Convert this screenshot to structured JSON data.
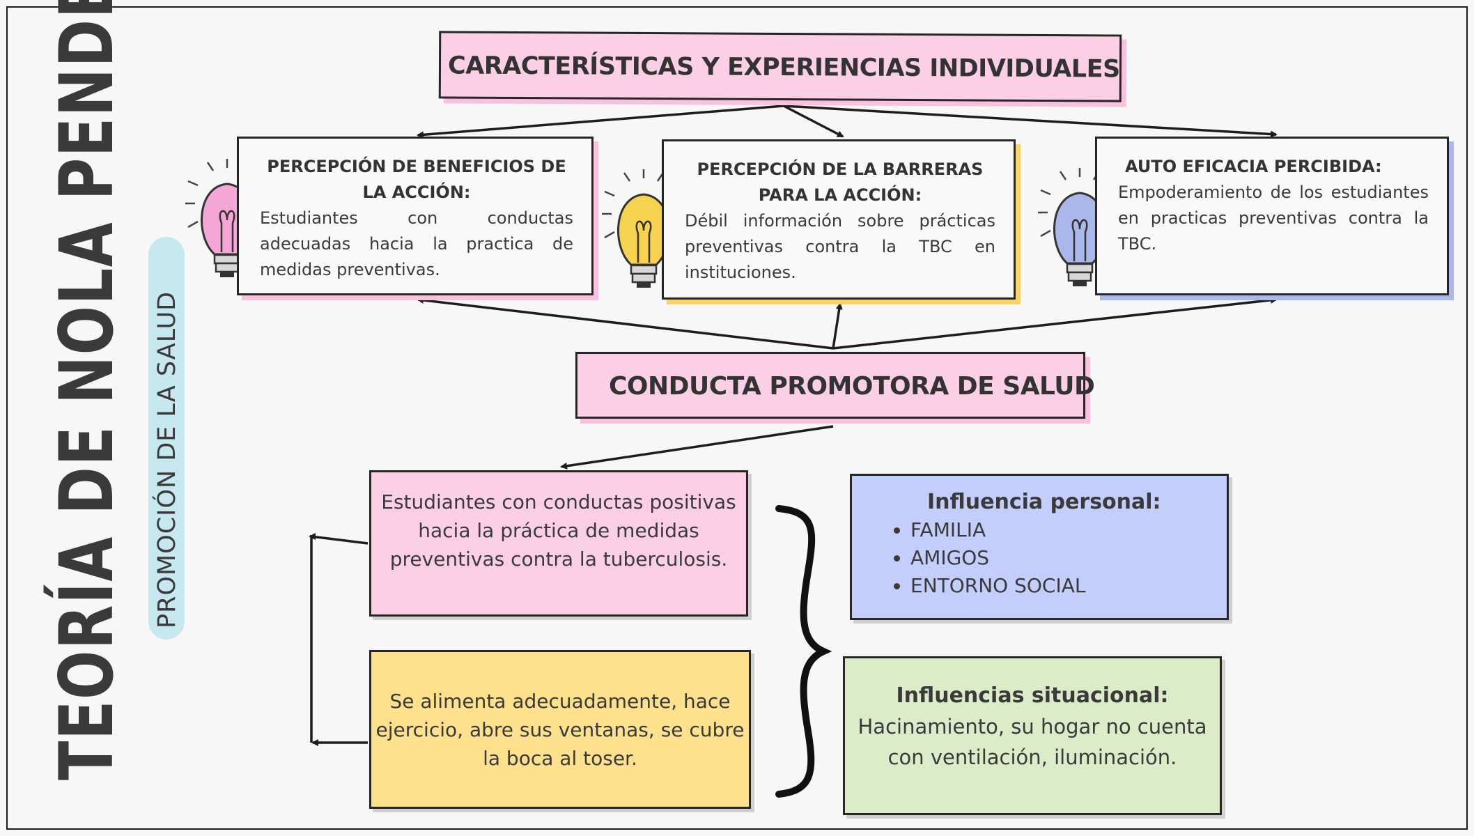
{
  "vertical_title": "TEORÍA DE NOLA PENDER",
  "vertical_subtitle": "PROMOCIÓN DE LA SALUD",
  "top_box": "CARACTERÍSTICAS Y EXPERIENCIAS INDIVIDUALES",
  "cards": [
    {
      "head": "PERCEPCIÓN DE BENEFICIOS DE LA ACCIÓN:",
      "body": "Estudiantes con conductas adecuadas hacia la practica de medidas preventivas.",
      "bulb_color": "#f4a6d6"
    },
    {
      "head": "PERCEPCIÓN DE LA BARRERAS PARA LA ACCIÓN:",
      "body": "Débil información sobre prácticas preventivas contra la TBC en instituciones.",
      "bulb_color": "#f6d24e"
    },
    {
      "head": "AUTO EFICACIA PERCIBIDA:",
      "body": "Empoderamiento de los estudiantes en practicas preventivas contra la TBC.",
      "bulb_color": "#a9b7ea"
    }
  ],
  "center_box": "CONDUCTA PROMOTORA DE SALUD",
  "pink_box": "Estudiantes con conductas positivas hacia la práctica de medidas preventivas contra la tuberculosis.",
  "yellow_box": "Se alimenta adecuadamente, hace ejercicio, abre sus ventanas, se cubre la boca al toser.",
  "personal": {
    "head": "Influencia personal:",
    "items": [
      "FAMILIA",
      "AMIGOS",
      "ENTORNO SOCIAL"
    ]
  },
  "situational": {
    "head": "Influencias situacional:",
    "body": "Hacinamiento, su hogar no cuenta con ventilación, iluminación."
  },
  "colors": {
    "pink": "#fbd0e6",
    "yellow": "#fde18d",
    "blue": "#c3cefc",
    "green": "#dcecc9",
    "teal": "#c7e8ee"
  }
}
